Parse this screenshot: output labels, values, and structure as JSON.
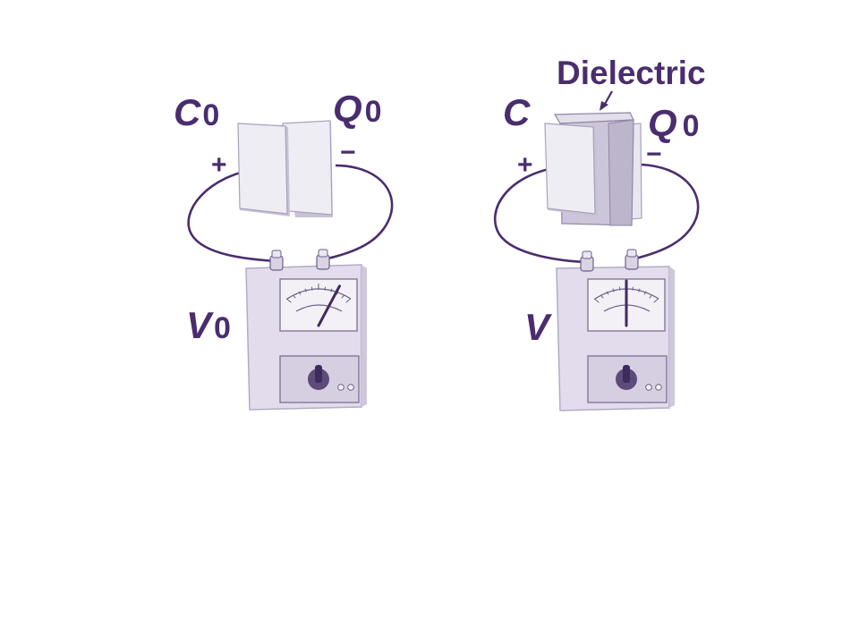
{
  "colors": {
    "ink": "#4a2d6f",
    "plate_face": "#efedf4",
    "plate_edge": "#c7c2d4",
    "meter_body": "#e2dcec",
    "meter_front": "#d6cfe2",
    "dielectric": "#cdc6da",
    "background": "#ffffff"
  },
  "left": {
    "capacitance": "C",
    "capacitance_sub": "0",
    "charge": "Q",
    "charge_sub": "0",
    "voltage": "V",
    "voltage_sub": "0",
    "plus": "+",
    "minus": "−",
    "needle_reading": 0.78
  },
  "right": {
    "capacitance": "C",
    "charge": "Q",
    "charge_sub": "0",
    "voltage": "V",
    "plus": "+",
    "minus": "−",
    "dielectric_label": "Dielectric",
    "needle_reading": 0.5
  }
}
